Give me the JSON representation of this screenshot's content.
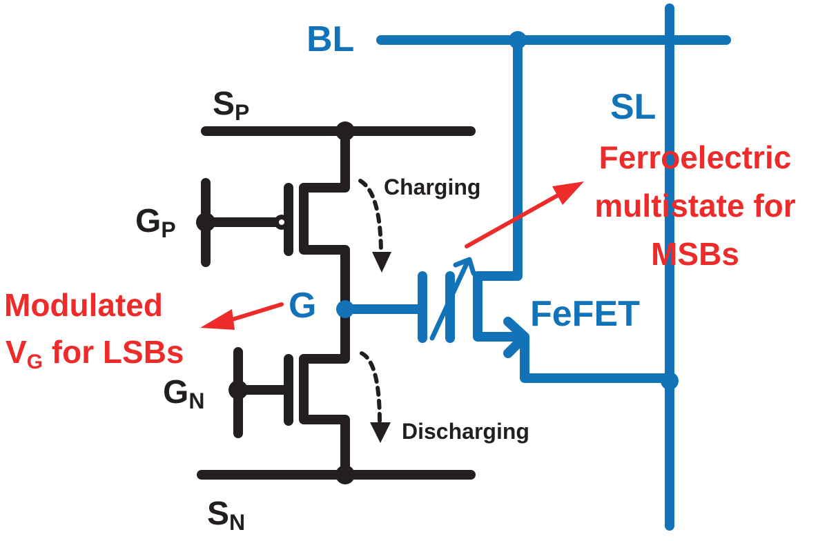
{
  "colors": {
    "black_wire": "#231f20",
    "blue_wire": "#1273b9",
    "annotation_red": "#ee2b2b"
  },
  "labels": {
    "bl": "BL",
    "sl": "SL",
    "sp_main": "S",
    "sp_sub": "P",
    "sn_main": "S",
    "sn_sub": "N",
    "gp_main": "G",
    "gp_sub": "P",
    "gn_main": "G",
    "gn_sub": "N",
    "g": "G",
    "fefet": "FeFET",
    "charging": "Charging",
    "discharging": "Discharging"
  },
  "annotations": {
    "lsb_line1": "Modulated",
    "lsb_line2_main": "V",
    "lsb_line2_sub": "G",
    "lsb_line2_rest": " for LSBs",
    "msb_line1": "Ferroelectric",
    "msb_line2": "multistate for",
    "msb_line3": "MSBs"
  },
  "components": [
    {
      "name": "pmos-transistor",
      "terminal_gate": "GP",
      "terminal_source": "SP"
    },
    {
      "name": "nmos-transistor",
      "terminal_gate": "GN",
      "terminal_source": "SN"
    },
    {
      "name": "fefet",
      "gate": "G",
      "drain": "BL",
      "source": "SL"
    }
  ]
}
